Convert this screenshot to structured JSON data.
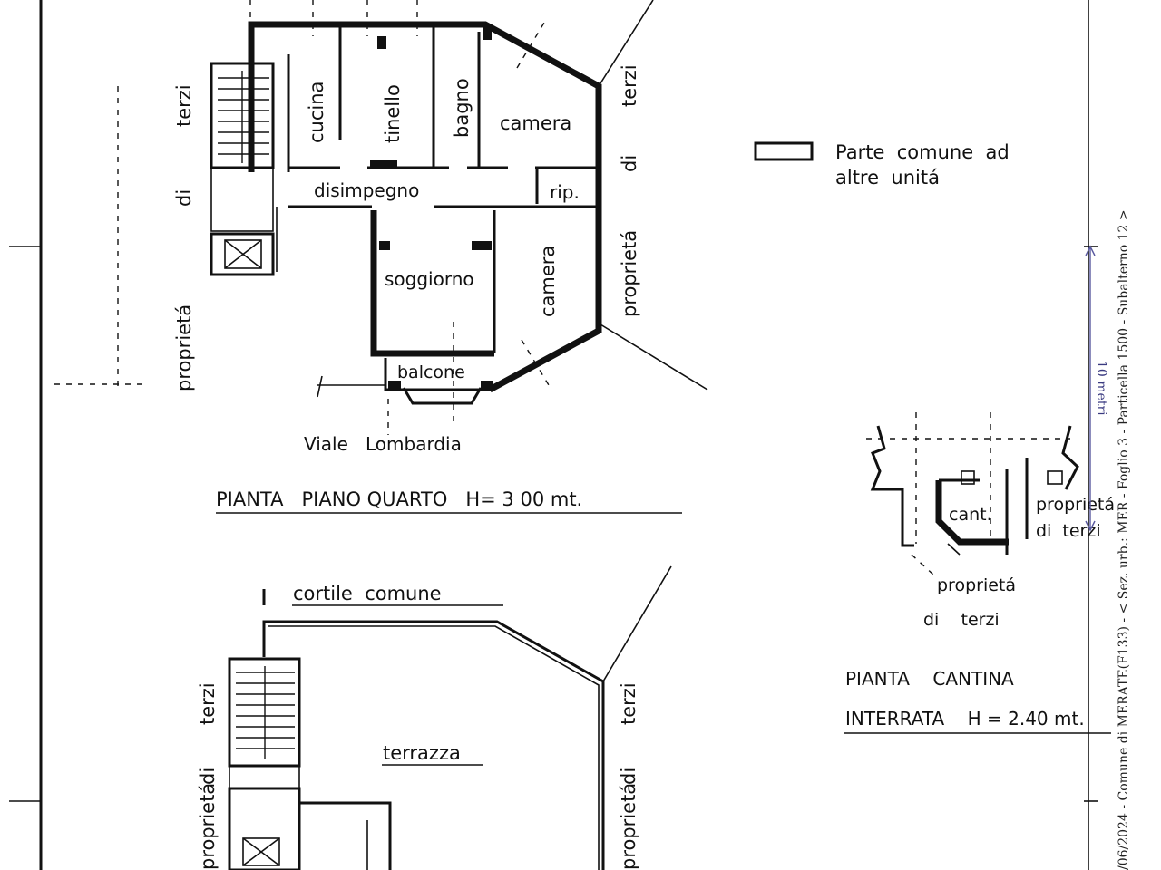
{
  "plan_top": {
    "rooms": {
      "cucina": "cucina",
      "tinello": "tinello",
      "bagno": "bagno",
      "camera1": "camera",
      "disimpegno": "disimpegno",
      "rip": "rip.",
      "soggiorno": "soggiorno",
      "camera2": "camera",
      "balcone": "balcone"
    },
    "left_neighbor": [
      "proprietá",
      "di",
      "terzi"
    ],
    "right_neighbor": [
      "proprietá",
      "di",
      "terzi"
    ],
    "street": "Viale   Lombardia",
    "title": "PIANTA   PIANO QUARTO   H= 3 00 mt."
  },
  "legend": {
    "line1": "Parte  comune  ad",
    "line2": "altre  unitá"
  },
  "plan_cellar": {
    "cant": "cant.",
    "neighbor_right_1": "proprietá",
    "neighbor_right_2": "di  terzi",
    "neighbor_bottom_1": "proprietá",
    "neighbor_bottom_2": "di    terzi",
    "title_1": "PIANTA    CANTINA",
    "title_2": "INTERRATA    H = 2.40 mt."
  },
  "plan_bottom": {
    "courtyard": "cortile  comune",
    "terrace": "terrazza",
    "left_neighbor": [
      "proprietá",
      "di",
      "terzi"
    ],
    "right_neighbor": [
      "proprietá",
      "di",
      "terzi"
    ]
  },
  "scale_label": "10 metri",
  "stamp": "/06/2024 - Comune di MERATE(F133) - < Sez. urb.: MER - Foglio 3 - Particella 1500 - Subalterno 12 >"
}
